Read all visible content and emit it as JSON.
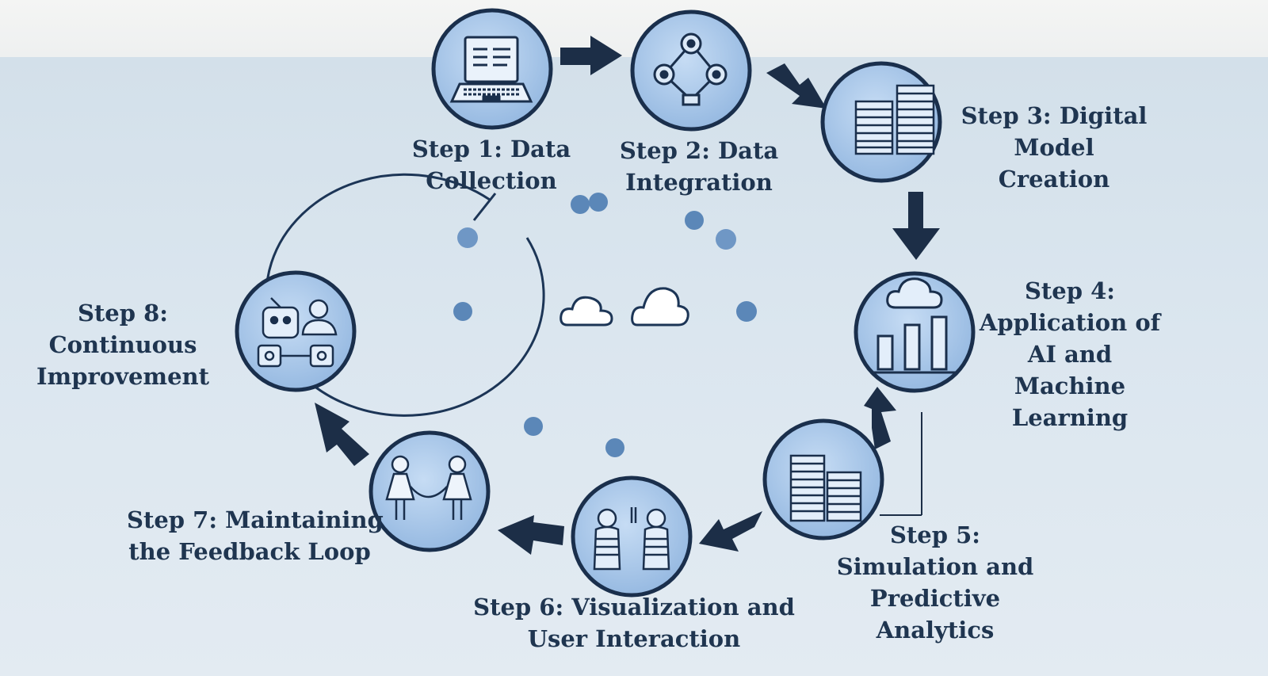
{
  "steps": [
    {
      "label_lines": [
        "Step 1: Data",
        "Collection"
      ],
      "icon": "laptop-icon"
    },
    {
      "label_lines": [
        "Step 2: Data",
        "Integration"
      ],
      "icon": "network-nodes-icon"
    },
    {
      "label_lines": [
        "Step 3: Digital",
        "Model",
        "Creation"
      ],
      "icon": "database-stacks-icon"
    },
    {
      "label_lines": [
        "Step 4:",
        "Application of",
        "AI and",
        "Machine",
        "Learning"
      ],
      "icon": "cloud-bar-chart-icon"
    },
    {
      "label_lines": [
        "Step 5:",
        "Simulation and",
        "Predictive",
        "Analytics"
      ],
      "icon": "server-stacks-icon"
    },
    {
      "label_lines": [
        "Step 6: Visualization and",
        "User Interaction"
      ],
      "icon": "two-users-icon"
    },
    {
      "label_lines": [
        "Step 7: Maintaining",
        "the Feedback Loop"
      ],
      "icon": "people-holding-hands-icon"
    },
    {
      "label_lines": [
        "Step 8:",
        "Continuous",
        "Improvement"
      ],
      "icon": "robot-user-icon"
    }
  ],
  "center_icon": "clouds-ring-icon",
  "colors": {
    "circle_fill": "#a9c9ec",
    "circle_stroke": "#1a2f4c",
    "arrow": "#1c2e47",
    "text": "#1f3550",
    "node": "#5b87b8",
    "background": "#dae5ee"
  }
}
